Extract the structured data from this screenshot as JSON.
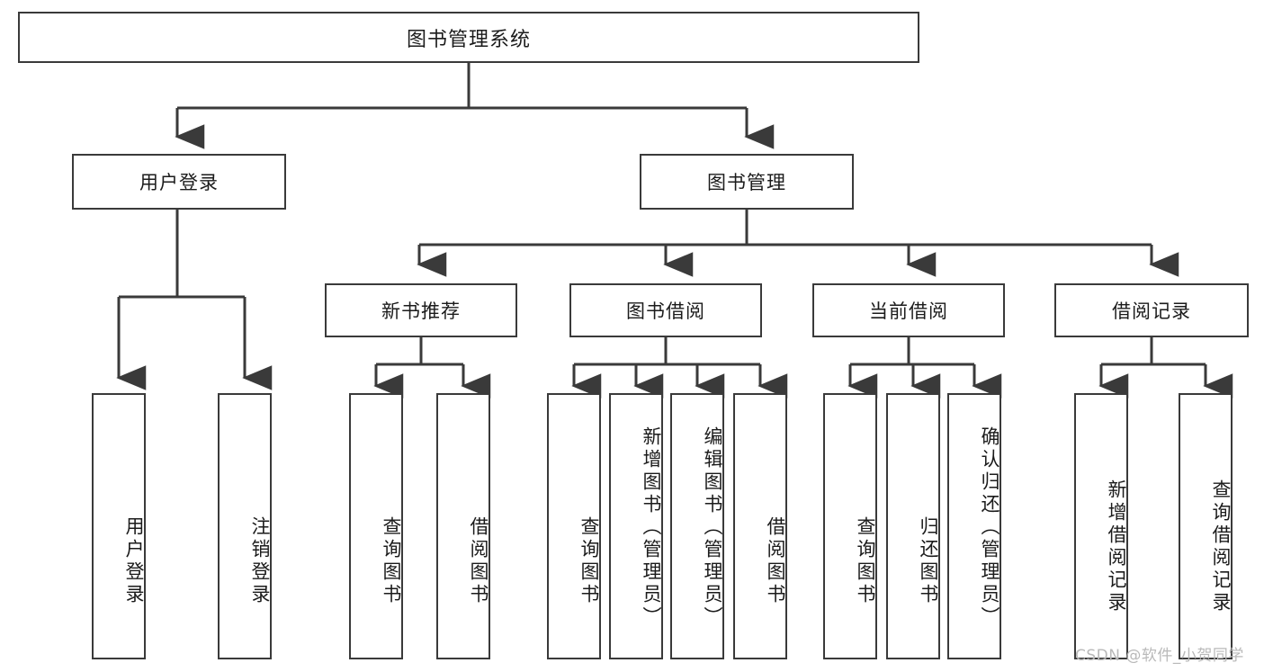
{
  "diagram": {
    "type": "tree-hierarchy",
    "title": "图书管理系统",
    "root": {
      "label": "图书管理系统"
    },
    "level2": [
      {
        "label": "用户登录"
      },
      {
        "label": "图书管理"
      }
    ],
    "level3": [
      {
        "label": "新书推荐"
      },
      {
        "label": "图书借阅"
      },
      {
        "label": "当前借阅"
      },
      {
        "label": "借阅记录"
      }
    ],
    "leaves": {
      "user_login": [
        {
          "label": "用户登录"
        },
        {
          "label": "注销登录"
        }
      ],
      "new_book_recommend": [
        {
          "label": "查询图书"
        },
        {
          "label": "借阅图书"
        }
      ],
      "book_borrow": [
        {
          "label": "查询图书"
        },
        {
          "label": "新增图书（管理员）"
        },
        {
          "label": "编辑图书（管理员）"
        },
        {
          "label": "借阅图书"
        }
      ],
      "current_borrow": [
        {
          "label": "查询图书"
        },
        {
          "label": "归还图书"
        },
        {
          "label": "确认归还（管理员）"
        }
      ],
      "borrow_records": [
        {
          "label": "新增借阅记录"
        },
        {
          "label": "查询借阅记录"
        }
      ]
    }
  },
  "watermark": {
    "text": "CSDN @软件_小贺同学"
  },
  "colors": {
    "stroke": "#3a3a3a",
    "box_fill": "#ffffff",
    "text": "#1b1b1b",
    "watermark": "#b9b9b9",
    "background": "#ffffff"
  }
}
